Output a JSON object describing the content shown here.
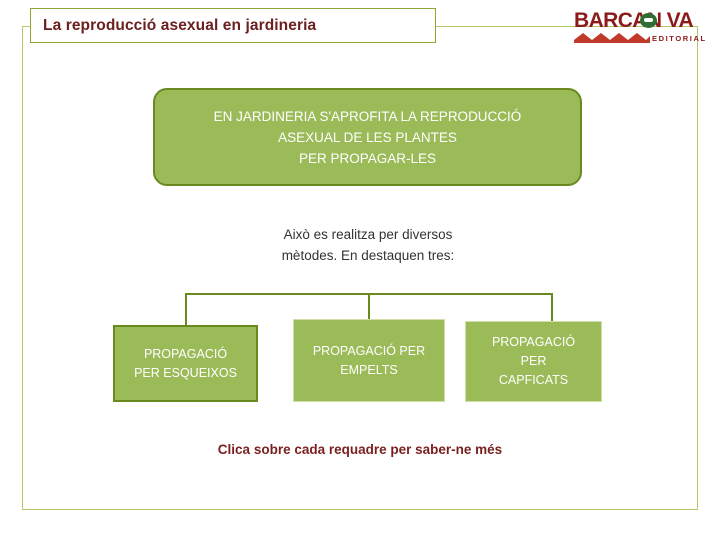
{
  "slide": {
    "title": "La reproducció asexual en jardineria",
    "logo": {
      "word": "BARCAN VA",
      "subtitle": "EDITORIAL"
    },
    "main_box": {
      "text": "EN JARDINERIA S'APROFITA LA REPRODUCCIÓ\nASEXUAL DE LES PLANTES\nPER PROPAGAR-LES"
    },
    "mid_caption": "Això es realitza per diversos\nmètodes. En destaquen tres:",
    "leaves": [
      {
        "text": "PROPAGACIÓ\nPER ESQUEIXOS"
      },
      {
        "text": "PROPAGACIÓ PER\nEMPELTS"
      },
      {
        "text": "PROPAGACIÓ\nPER\nCAPFICATS"
      }
    ],
    "footer": "Clica sobre cada requadre per saber-ne més",
    "colors": {
      "green_fill": "#9bbb59",
      "green_border": "#6a8a20",
      "frame_border": "#b3c96a",
      "title_text": "#6b2020",
      "footer_text": "#7a1f1f",
      "logo_red": "#8c1a1a",
      "logo_green": "#2f6d34"
    }
  }
}
